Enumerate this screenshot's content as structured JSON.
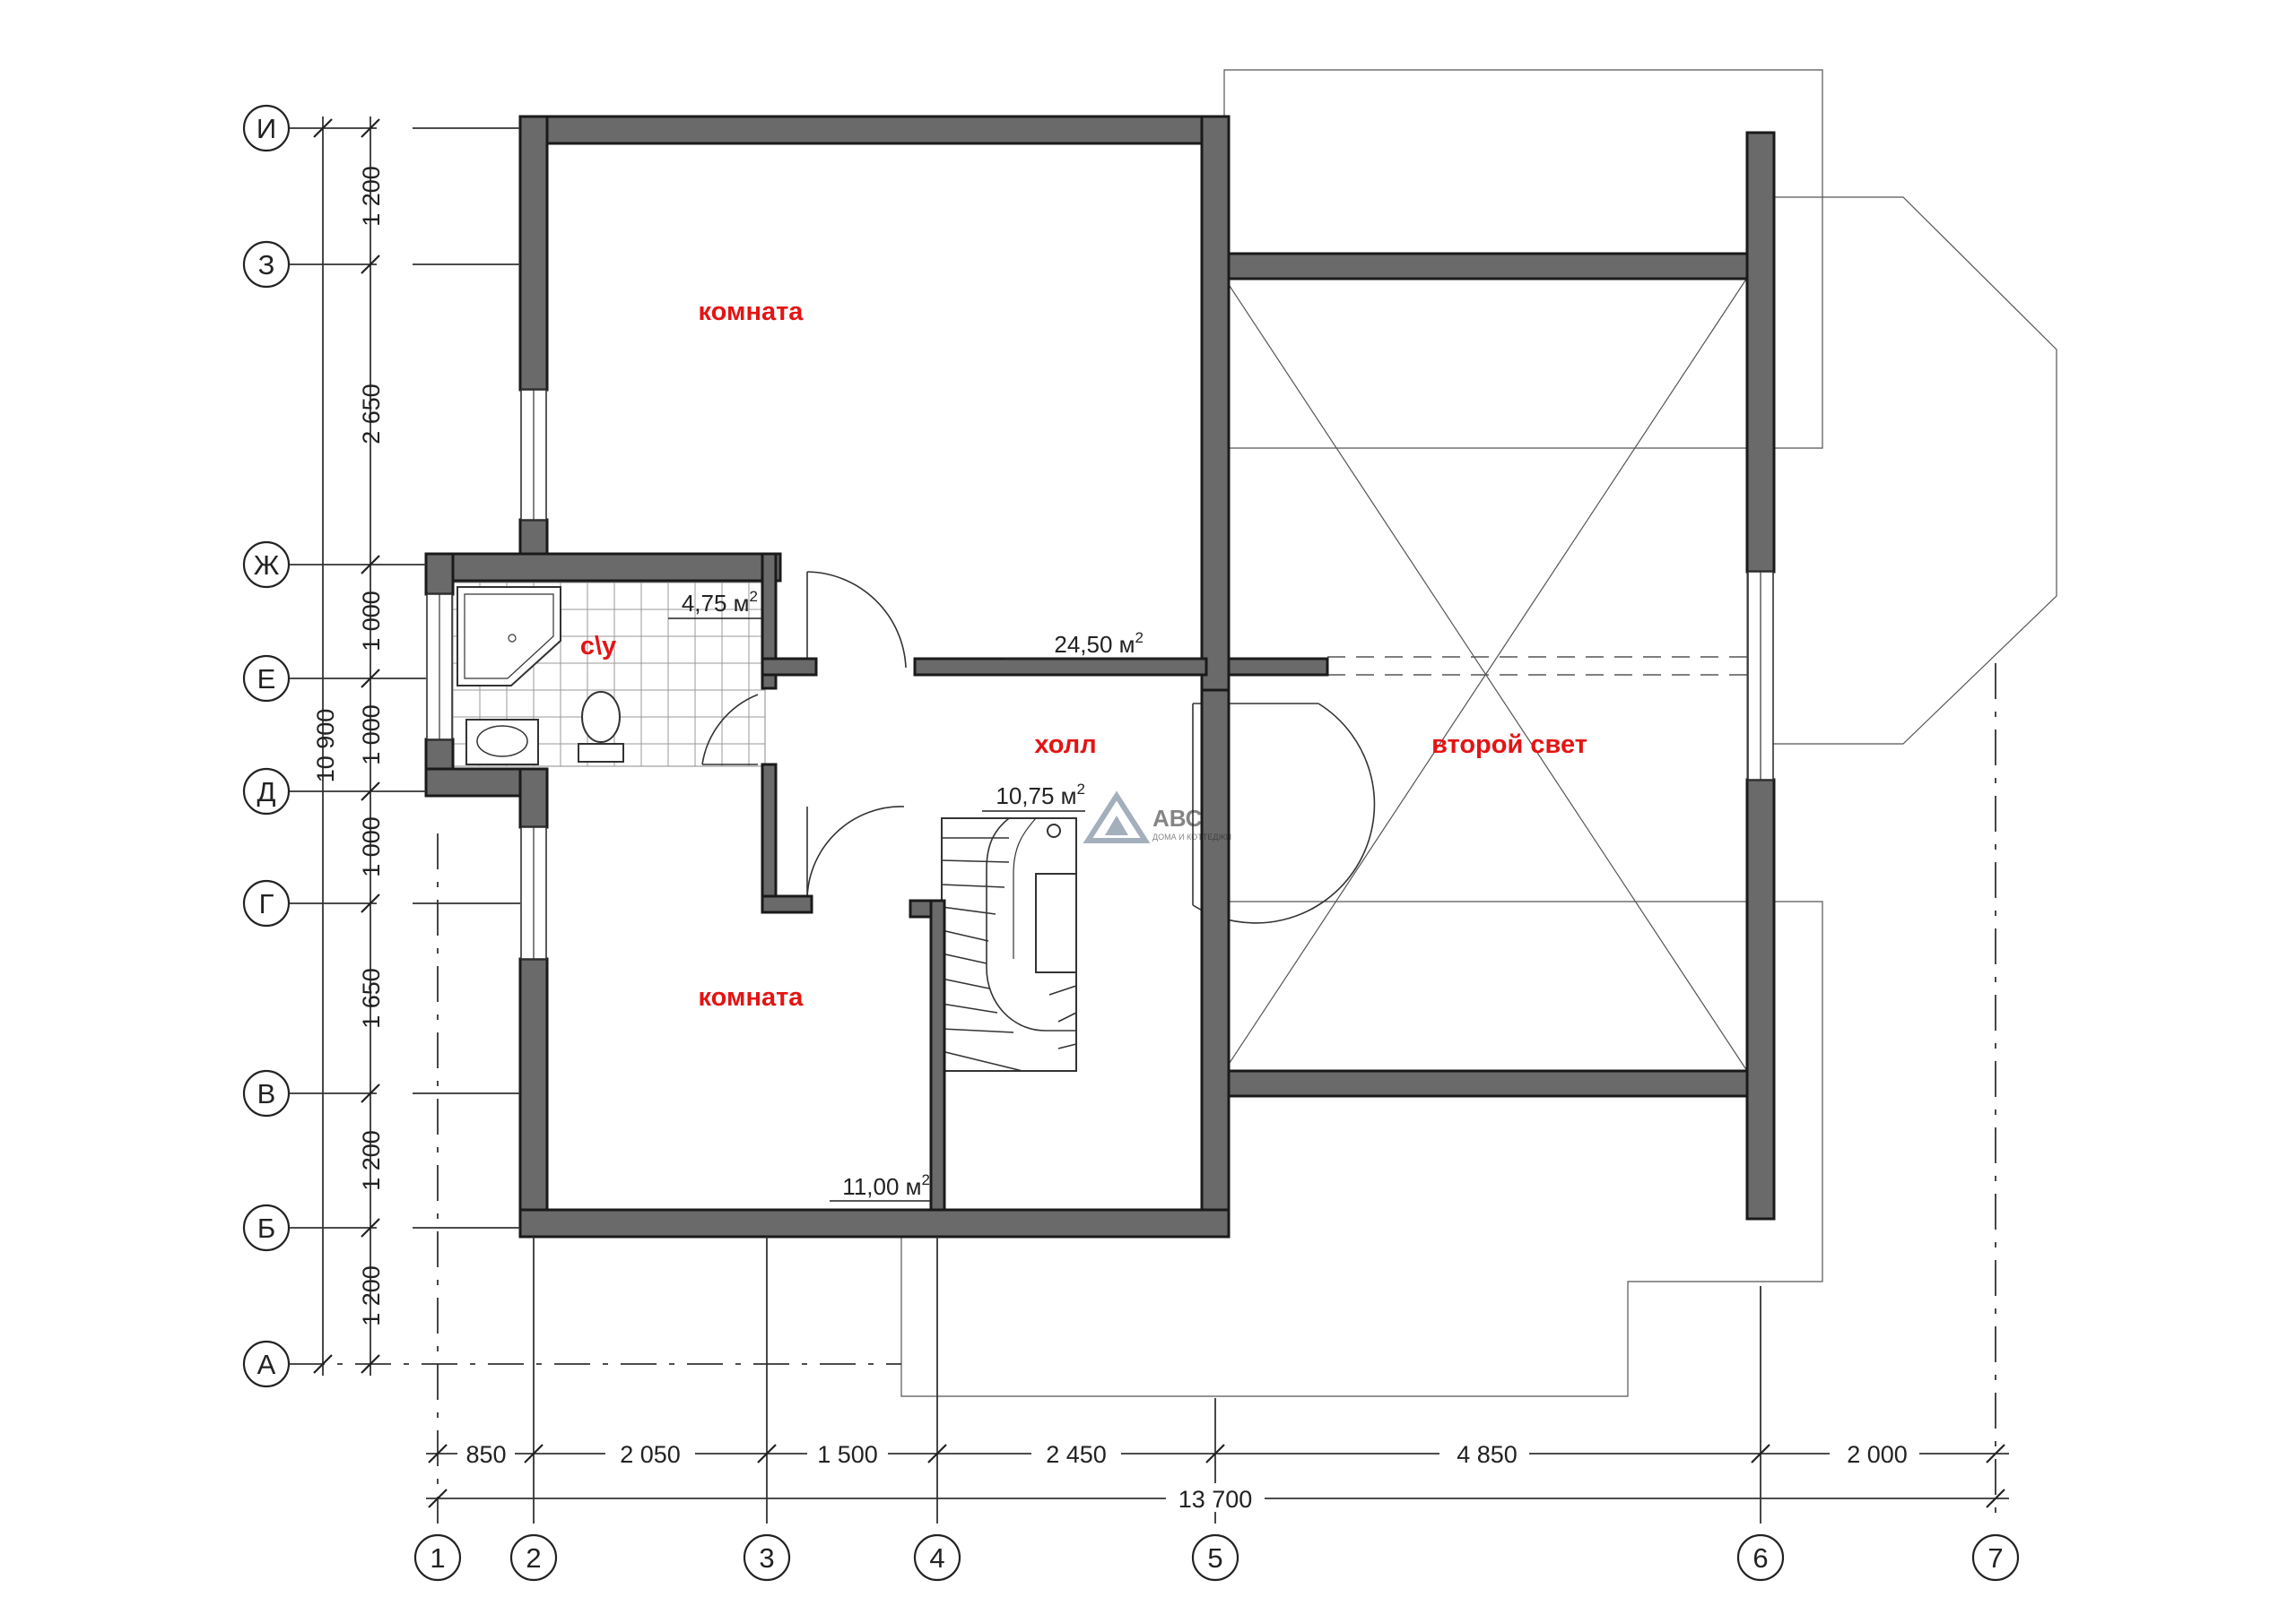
{
  "rooms": {
    "room_top": {
      "label": "комната",
      "area": "24,50 м",
      "sup": "2"
    },
    "room_bottom": {
      "label": "комната",
      "area": "11,00 м",
      "sup": "2"
    },
    "bathroom": {
      "label": "с\\у",
      "area": "4,75 м",
      "sup": "2"
    },
    "hall": {
      "label": "холл",
      "area": "10,75 м",
      "sup": "2"
    },
    "second_light": {
      "label": "второй свет"
    }
  },
  "row_axes": [
    "И",
    "З",
    "Ж",
    "Е",
    "Д",
    "Г",
    "В",
    "Б",
    "А"
  ],
  "column_axes": [
    "1",
    "2",
    "3",
    "4",
    "5",
    "6",
    "7"
  ],
  "vertical_dimensions": [
    "1 200",
    "2 650",
    "1 000",
    "1 000",
    "1 000",
    "1 650",
    "1 200",
    "1 200"
  ],
  "vertical_total": "10 900",
  "horizontal_dimensions": [
    "850",
    "2 050",
    "1 500",
    "2 450",
    "4 850",
    "2 000"
  ],
  "horizontal_total": "13 700",
  "logo": {
    "text": "АВС",
    "subtitle": "ДОМА И КОТТЕДЖИ"
  }
}
